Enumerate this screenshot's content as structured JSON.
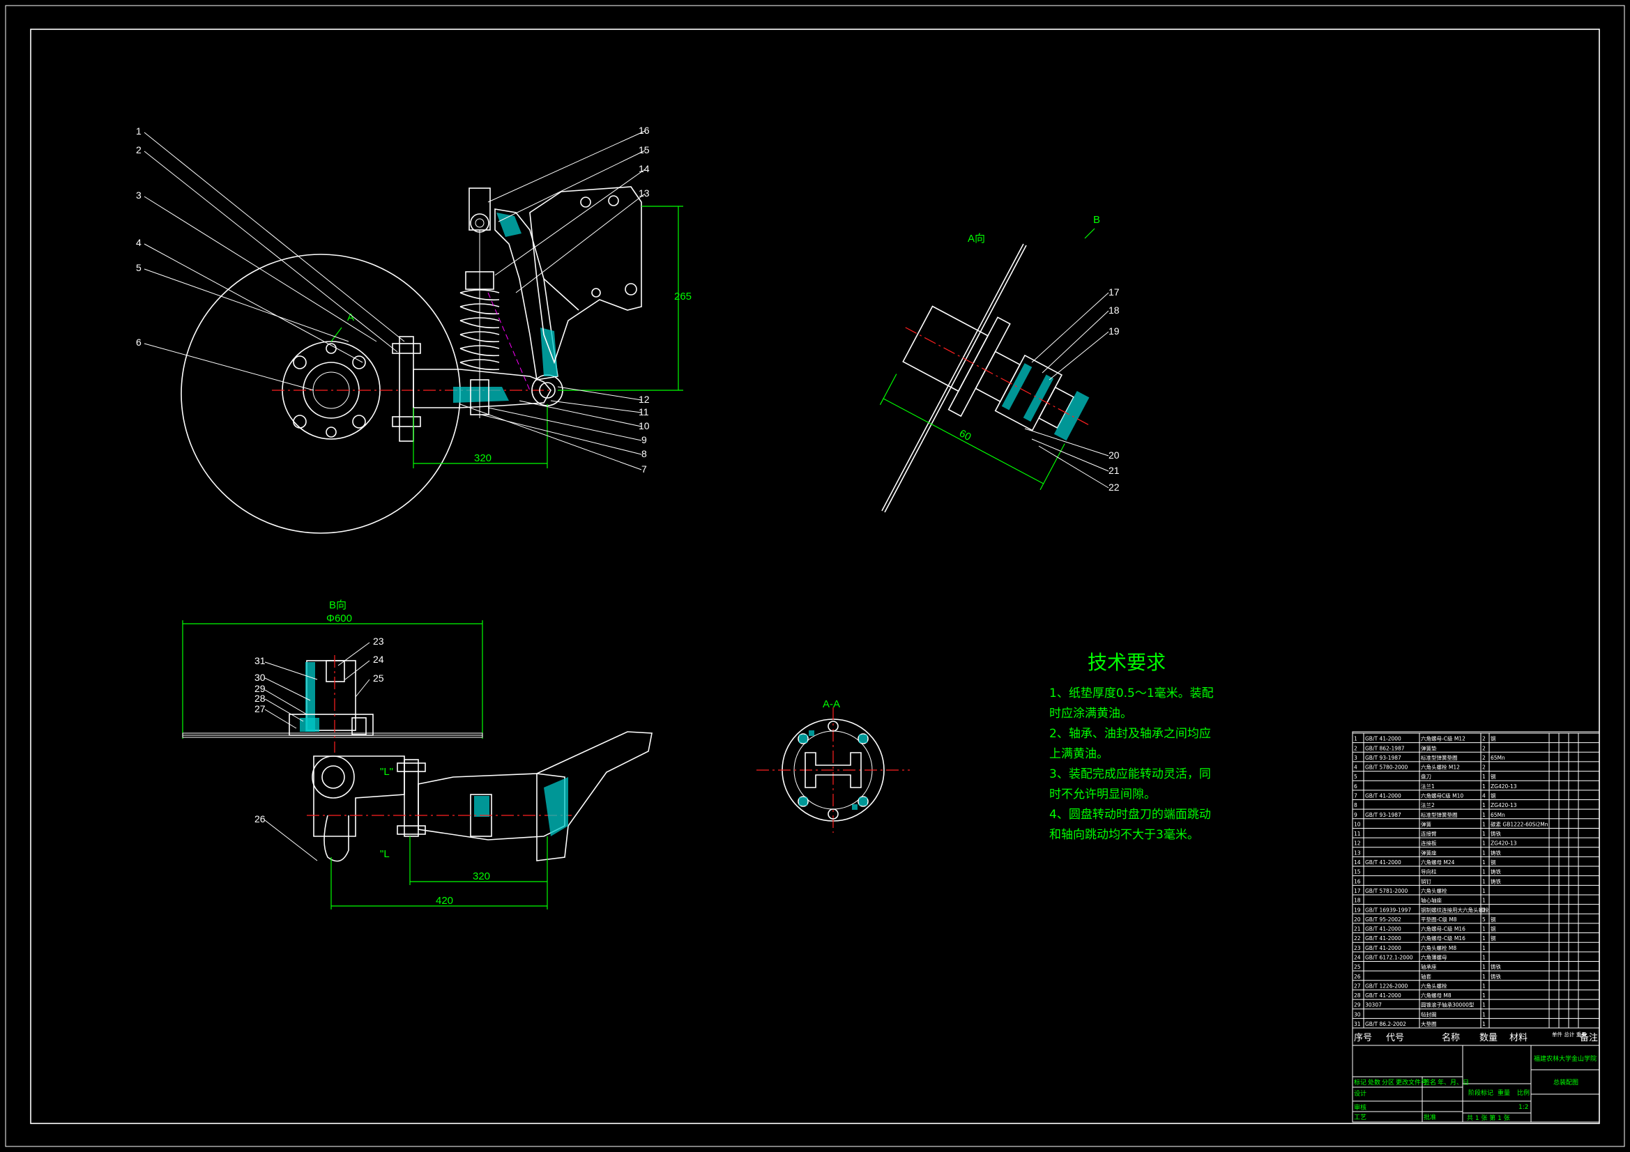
{
  "views": {
    "view_a": "A向",
    "view_b_marker": "B",
    "view_b": "B向",
    "section": "A-A",
    "section_marker": "A",
    "l_marker_top": "\"L\"",
    "l_marker_bottom": "\"L"
  },
  "callouts": {
    "main": [
      "1",
      "2",
      "3",
      "4",
      "5",
      "6",
      "7",
      "8",
      "9",
      "10",
      "11",
      "12",
      "13",
      "14",
      "15",
      "16"
    ],
    "view_a": [
      "17",
      "18",
      "19",
      "20",
      "21",
      "22"
    ],
    "view_b": [
      "23",
      "24",
      "25",
      "26",
      "27",
      "28",
      "29",
      "30",
      "31"
    ]
  },
  "tech_requirements": {
    "title": "技术要求",
    "lines": [
      "1、纸垫厚度0.5～1毫米。装配",
      "时应涂满黄油。",
      "2、轴承、油封及轴承之间均应",
      "上满黄油。",
      "3、装配完成应能转动灵活，同",
      "时不允许明显间隙。",
      "4、圆盘转动时盘刀的端面跳动",
      "和轴向跳动均不大于3毫米。"
    ]
  },
  "parts_table": {
    "header": {
      "no": "序号",
      "code": "代号",
      "name": "名称",
      "qty": "数量",
      "material": "材料",
      "weight": "单件 总计 重量",
      "note": "备注"
    },
    "rows": [
      [
        "1",
        "GB/T 41-2000",
        "六角螺母-C级 M12",
        "2",
        "钢"
      ],
      [
        "2",
        "GB/T 862-1987",
        "弹簧垫",
        "2",
        ""
      ],
      [
        "3",
        "GB/T 93-1987",
        "标准型弹簧垫圈",
        "2",
        "65Mn"
      ],
      [
        "4",
        "GB/T 5780-2000",
        "六角头螺栓 M12",
        "2",
        ""
      ],
      [
        "5",
        "",
        "盘刀",
        "1",
        "钢"
      ],
      [
        "6",
        "",
        "法兰1",
        "1",
        "ZG420-13"
      ],
      [
        "7",
        "GB/T 41-2000",
        "六角螺母C级 M10",
        "4",
        "钢"
      ],
      [
        "8",
        "",
        "法兰2",
        "1",
        "ZG420-13"
      ],
      [
        "9",
        "GB/T 93-1987",
        "标准型弹簧垫圈",
        "1",
        "65Mn"
      ],
      [
        "10",
        "",
        "弹簧",
        "1",
        "碳素 GB1222-60Si2Mn"
      ],
      [
        "11",
        "",
        "连接臂",
        "1",
        "铸铁"
      ],
      [
        "12",
        "",
        "连接板",
        "1",
        "ZG420-13"
      ],
      [
        "13",
        "",
        "弹簧座",
        "1",
        "铸铁"
      ],
      [
        "14",
        "GB/T 41-2000",
        "六角螺母 M24",
        "1",
        "钢"
      ],
      [
        "15",
        "",
        "导向柱",
        "1",
        "铸铁"
      ],
      [
        "16",
        "",
        "销钉",
        "1",
        "铸铁"
      ],
      [
        "17",
        "GB/T 5781-2000",
        "六角头螺栓",
        "1",
        ""
      ],
      [
        "18",
        "",
        "轴心轴座",
        "1",
        ""
      ],
      [
        "19",
        "GB/T 16939-1997",
        "钢制螺纹连接用大六角头螺栓",
        "1",
        ""
      ],
      [
        "20",
        "GB/T 95-2002",
        "平垫圈-C级 M8",
        "5",
        "钢"
      ],
      [
        "21",
        "GB/T 41-2000",
        "六角螺母-C级 M16",
        "1",
        "钢"
      ],
      [
        "22",
        "GB/T 41-2000",
        "六角螺母-C级 M16",
        "1",
        "钢"
      ],
      [
        "23",
        "GB/T 41-2000",
        "六角头螺栓 M8",
        "1",
        ""
      ],
      [
        "24",
        "GB/T 6172.1-2000",
        "六角薄螺母",
        "1",
        ""
      ],
      [
        "25",
        "",
        "轴承座",
        "1",
        "铸铁"
      ],
      [
        "26",
        "",
        "轴套",
        "1",
        "铸铁"
      ],
      [
        "27",
        "GB/T 1226-2000",
        "六角头螺栓",
        "1",
        ""
      ],
      [
        "28",
        "GB/T 41-2000",
        "六角螺母 M8",
        "1",
        ""
      ],
      [
        "29",
        "30307",
        "圆锥滚子轴承30000型",
        "1",
        ""
      ],
      [
        "30",
        "",
        "毡封圈",
        "1",
        ""
      ],
      [
        "31",
        "GB/T 86.2-2002",
        "大垫圈",
        "1",
        ""
      ]
    ]
  },
  "title_block": {
    "school": "福建农林大学金山学院",
    "drawing_name": "总装配图",
    "stage": "阶段标记",
    "weight": "重量",
    "scale_label": "比例",
    "scale": "1:2",
    "sheet": "共 1 张   第 1 张",
    "design": "设计",
    "check": "审核",
    "process": "工艺",
    "approve": "批准",
    "marks": [
      "标记",
      "处数",
      "分区",
      "更改文件号",
      "签名",
      "年、月、日"
    ]
  },
  "colors": {
    "background": "#000000",
    "outline": "#ffffff",
    "dimension": "#00ff00",
    "centerline": "#ff2020",
    "hidden": "#ff00ff",
    "hatch": "#00c8c8"
  }
}
